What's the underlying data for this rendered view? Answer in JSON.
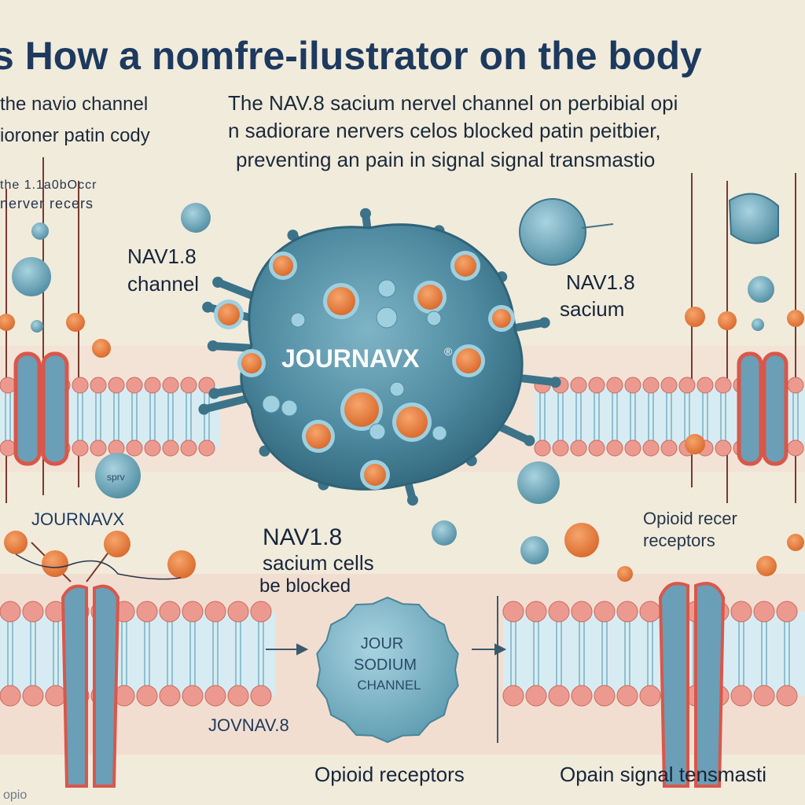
{
  "title": "s How a  nomfre-ilustrator on  the body",
  "intro_left": {
    "line1": "the navio channel",
    "line2": "ioroner patin cody"
  },
  "intro_center": {
    "line1": "The NAV.8 sacium nervel channel  on perbibial opi",
    "line2": "n sadiorare nervers celos blocked patin peitbier,",
    "line3": "preventing    an pain in signal signal transmastio"
  },
  "faint_left": {
    "line1": "the 1.1a0bOccr",
    "line2": "nerver recers"
  },
  "labels": {
    "nav_channel_1": "NAV1.8",
    "nav_channel_2": "channel",
    "nav_right_1": "NAV1.8",
    "nav_right_2": "sacium",
    "journavx_center": "JOURNAVX",
    "journavx_reg": "®",
    "journavx_left": "JOURNAVX",
    "nav_blocked_1": "NAV1.8",
    "nav_blocked_2": "sacium cells",
    "nav_blocked_3": "be blocked",
    "opioid_top_1": "Opioid recer",
    "opioid_top_2": "receptors",
    "journav8": "JOVNAV.8",
    "opioid_bottom": "Opioid receptors",
    "signal_bottom": "Opain signal tensmasti",
    "corner_bottom_left": "opio",
    "small_pill": "sprv",
    "sodium_badge_1": "JOUR",
    "sodium_badge_2": "SODIUM",
    "sodium_badge_3": "CHANNEL"
  },
  "colors": {
    "background": "#f1ebdc",
    "virus_body": "#4e8aa0",
    "orange": "#e07b3c",
    "membrane_pink": "#e98f84",
    "membrane_blue": "#a9cfdc",
    "channel_blue": "#6a9fb7",
    "title_navy": "#1d3a5e"
  }
}
